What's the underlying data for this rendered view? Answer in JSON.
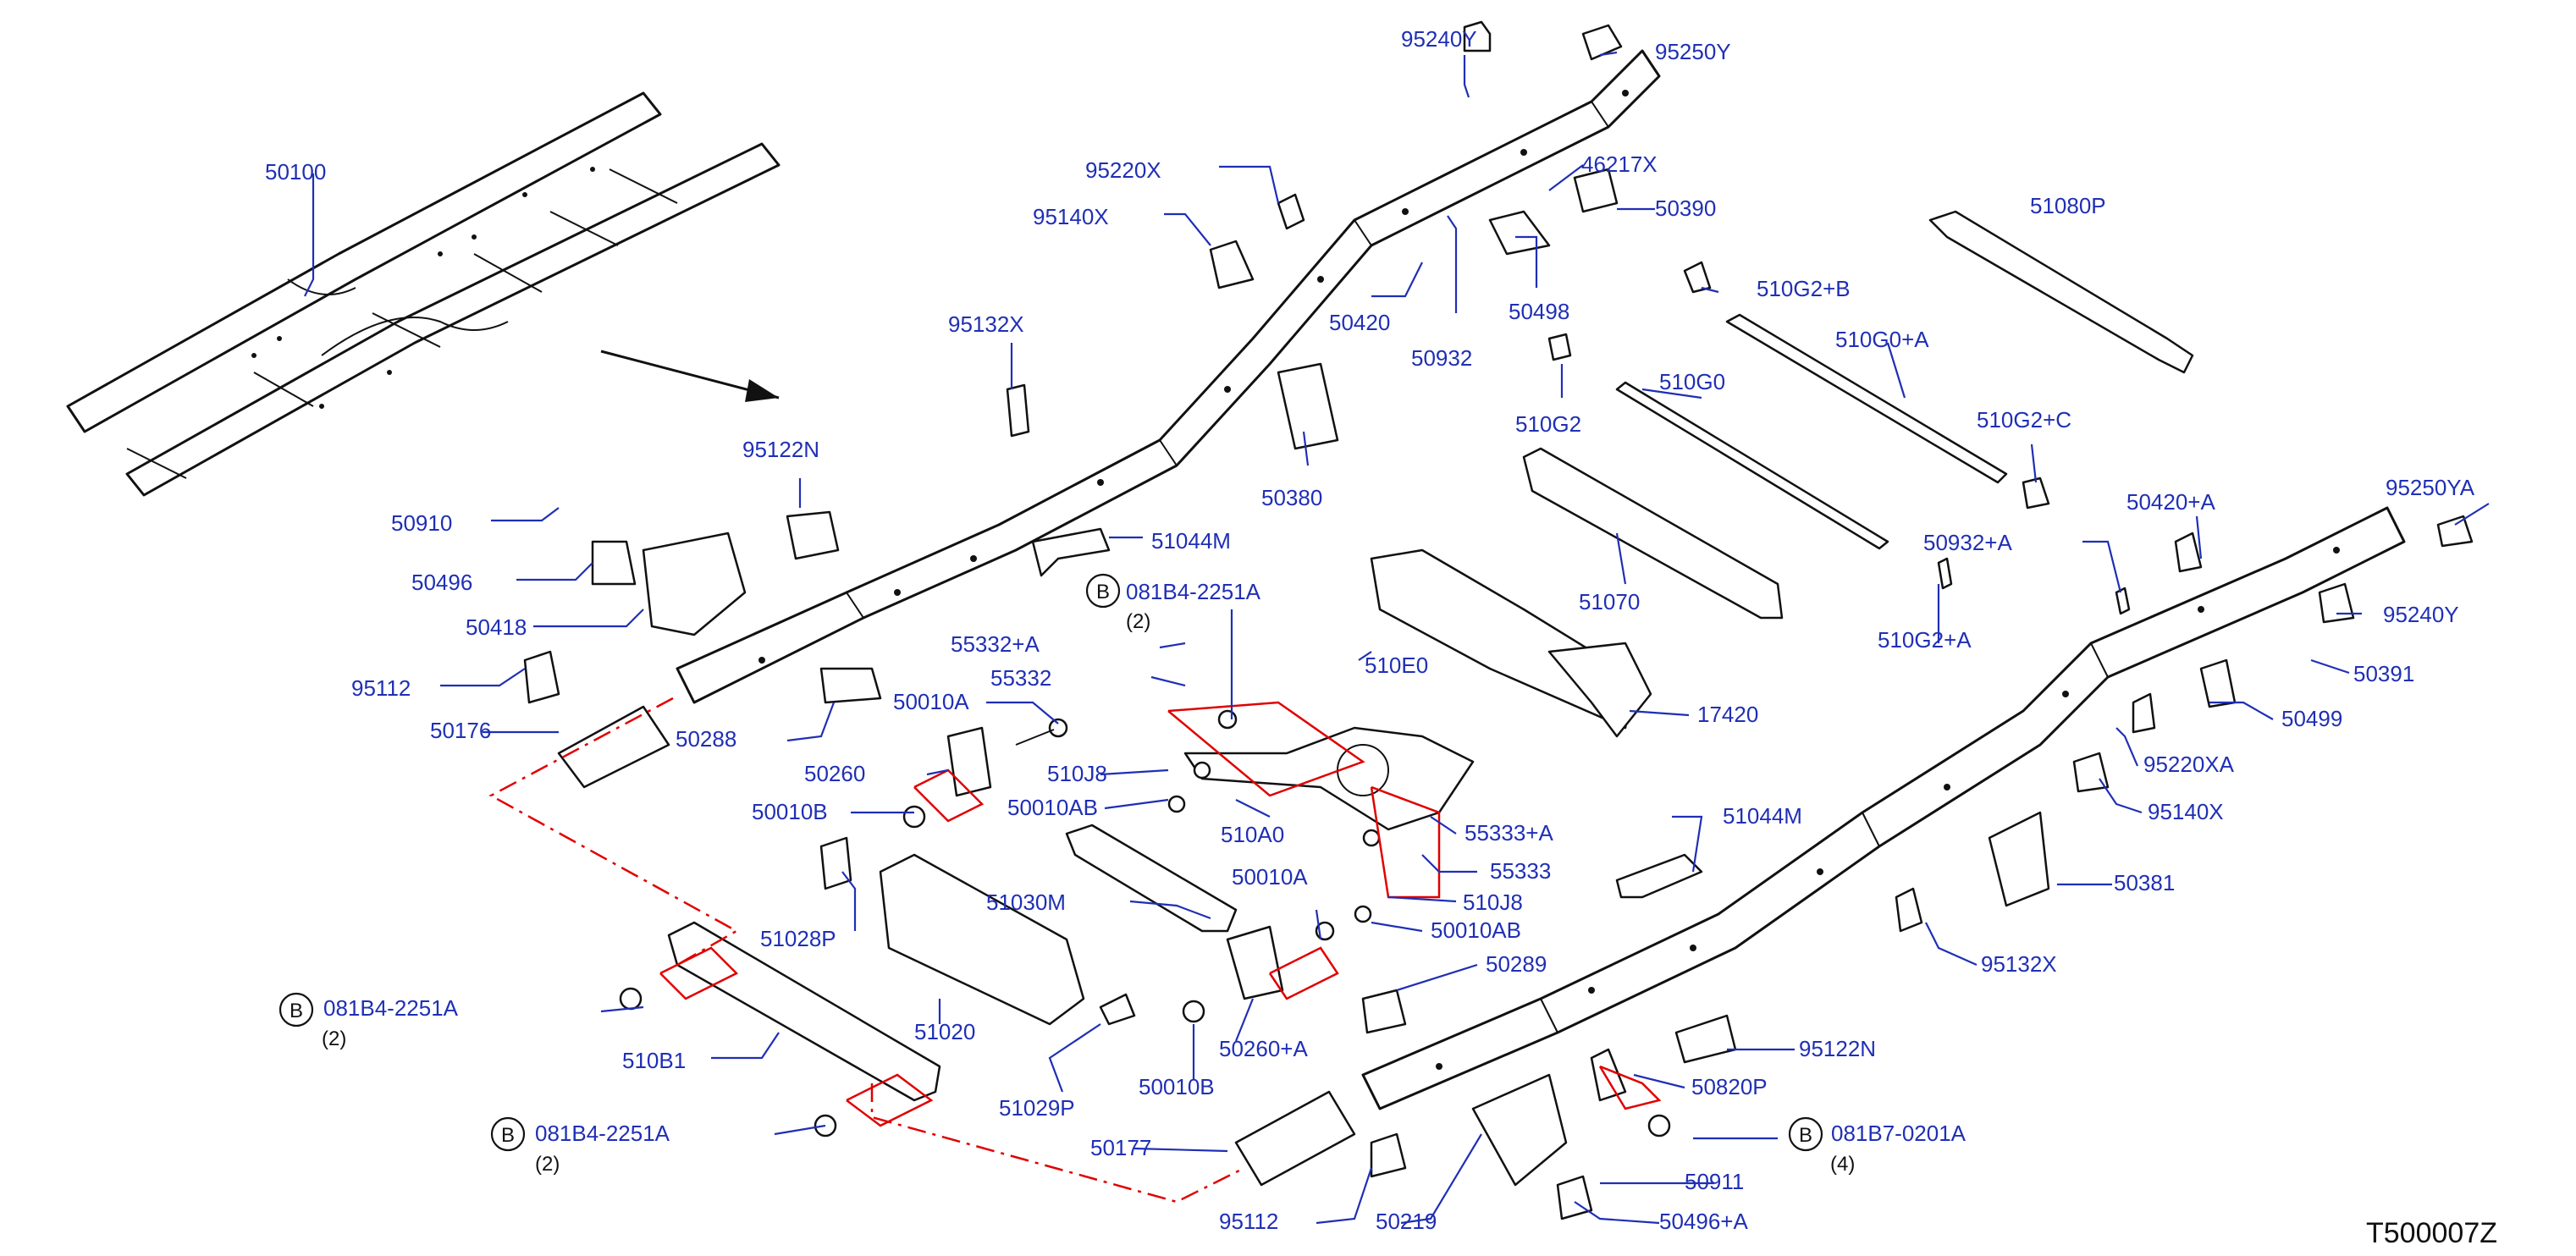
{
  "reference_code": "T500007Z",
  "bolt_symbol": "B",
  "labels": [
    {
      "id": "50100",
      "text": "50100"
    },
    {
      "id": "95240Y",
      "text": "95240Y"
    },
    {
      "id": "95250Y",
      "text": "95250Y"
    },
    {
      "id": "95220X",
      "text": "95220X"
    },
    {
      "id": "46217X",
      "text": "46217X"
    },
    {
      "id": "95140X",
      "text": "95140X"
    },
    {
      "id": "50390",
      "text": "50390"
    },
    {
      "id": "51080P",
      "text": "51080P"
    },
    {
      "id": "50420",
      "text": "50420"
    },
    {
      "id": "50498",
      "text": "50498"
    },
    {
      "id": "50932",
      "text": "50932"
    },
    {
      "id": "510G2+B",
      "text": "510G2+B"
    },
    {
      "id": "95132X",
      "text": "95132X"
    },
    {
      "id": "510G0+A",
      "text": "510G0+A"
    },
    {
      "id": "510G2",
      "text": "510G2"
    },
    {
      "id": "510G0",
      "text": "510G0"
    },
    {
      "id": "510G2+C",
      "text": "510G2+C"
    },
    {
      "id": "95122N",
      "text": "95122N"
    },
    {
      "id": "50380",
      "text": "50380"
    },
    {
      "id": "95250YA",
      "text": "95250YA"
    },
    {
      "id": "50420+A",
      "text": "50420+A"
    },
    {
      "id": "50910",
      "text": "50910"
    },
    {
      "id": "51044M",
      "text": "51044M"
    },
    {
      "id": "50932+A",
      "text": "50932+A"
    },
    {
      "id": "50496",
      "text": "50496"
    },
    {
      "id": "081B4-2251A-top",
      "text": "081B4-2251A"
    },
    {
      "id": "51070",
      "text": "51070"
    },
    {
      "id": "50418",
      "text": "50418"
    },
    {
      "id": "55332+A",
      "text": "55332+A"
    },
    {
      "id": "95240Y-r",
      "text": "95240Y"
    },
    {
      "id": "510G2+A",
      "text": "510G2+A"
    },
    {
      "id": "95112",
      "text": "95112"
    },
    {
      "id": "55332",
      "text": "55332"
    },
    {
      "id": "510E0",
      "text": "510E0"
    },
    {
      "id": "50391",
      "text": "50391"
    },
    {
      "id": "50176",
      "text": "50176"
    },
    {
      "id": "50288",
      "text": "50288"
    },
    {
      "id": "50010A",
      "text": "50010A"
    },
    {
      "id": "17420",
      "text": "17420"
    },
    {
      "id": "50499",
      "text": "50499"
    },
    {
      "id": "50260",
      "text": "50260"
    },
    {
      "id": "510J8",
      "text": "510J8"
    },
    {
      "id": "95220XA",
      "text": "95220XA"
    },
    {
      "id": "50010B",
      "text": "50010B"
    },
    {
      "id": "50010AB",
      "text": "50010AB"
    },
    {
      "id": "510A0",
      "text": "510A0"
    },
    {
      "id": "55333+A",
      "text": "55333+A"
    },
    {
      "id": "51044M-b",
      "text": "51044M"
    },
    {
      "id": "95140X-r",
      "text": "95140X"
    },
    {
      "id": "55333",
      "text": "55333"
    },
    {
      "id": "51028P",
      "text": "51028P"
    },
    {
      "id": "51030M",
      "text": "51030M"
    },
    {
      "id": "50010A-b",
      "text": "50010A"
    },
    {
      "id": "510J8-b",
      "text": "510J8"
    },
    {
      "id": "50381",
      "text": "50381"
    },
    {
      "id": "50010AB-b",
      "text": "50010AB"
    },
    {
      "id": "50289",
      "text": "50289"
    },
    {
      "id": "95132X-r",
      "text": "95132X"
    },
    {
      "id": "081B4-2251A-left",
      "text": "081B4-2251A"
    },
    {
      "id": "51020",
      "text": "51020"
    },
    {
      "id": "510B1",
      "text": "510B1"
    },
    {
      "id": "50260+A",
      "text": "50260+A"
    },
    {
      "id": "95122N-r",
      "text": "95122N"
    },
    {
      "id": "50010B-b",
      "text": "50010B"
    },
    {
      "id": "50820P",
      "text": "50820P"
    },
    {
      "id": "51029P",
      "text": "51029P"
    },
    {
      "id": "081B4-2251A-low",
      "text": "081B4-2251A"
    },
    {
      "id": "081B7-0201A",
      "text": "081B7-0201A"
    },
    {
      "id": "50177",
      "text": "50177"
    },
    {
      "id": "50911",
      "text": "50911"
    },
    {
      "id": "95112-b",
      "text": "95112"
    },
    {
      "id": "50219",
      "text": "50219"
    },
    {
      "id": "50496+A",
      "text": "50496+A"
    }
  ],
  "quantities": {
    "top": "(2)",
    "left": "(2)",
    "low": "(2)",
    "right": "(4)"
  },
  "colors": {
    "label": "#1f2fb5",
    "line": "#111111",
    "highlight": "#e00000"
  }
}
